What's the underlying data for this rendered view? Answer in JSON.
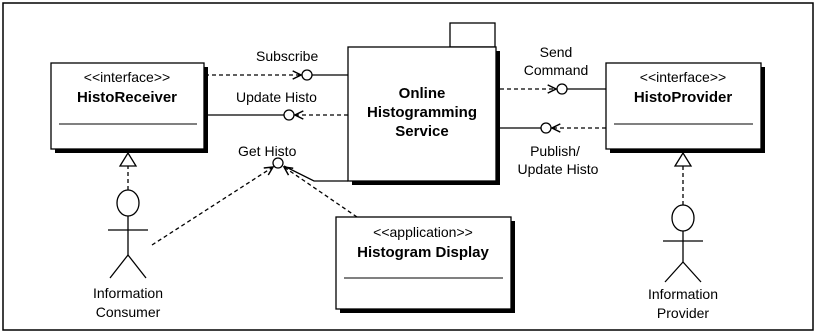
{
  "service": {
    "title_lines": [
      "Online",
      "Histogramming",
      "Service"
    ]
  },
  "receiver": {
    "stereotype": "<<interface>>",
    "name": "HistoReceiver"
  },
  "provider": {
    "stereotype": "<<interface>>",
    "name": "HistoProvider"
  },
  "display": {
    "stereotype": "<<application>>",
    "name": "Histogram Display"
  },
  "ports": {
    "subscribe": "Subscribe",
    "update_histo": "Update Histo",
    "get_histo": "Get Histo",
    "send_command_lines": [
      "Send",
      "Command"
    ],
    "publish_lines": [
      "Publish/",
      "Update Histo"
    ]
  },
  "actors": {
    "consumer_lines": [
      "Information",
      "Consumer"
    ],
    "provider_lines": [
      "Information",
      "Provider"
    ]
  }
}
